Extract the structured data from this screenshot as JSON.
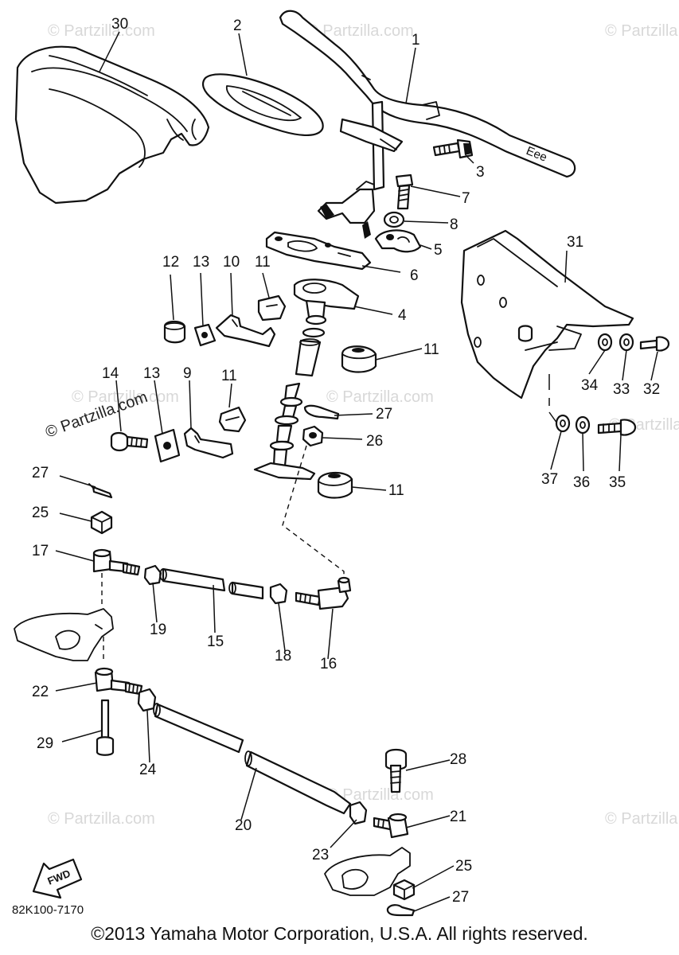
{
  "watermarks": {
    "top_center": "© Partzilla.com",
    "top_left": "© Partzilla.com",
    "top_right": "© Partzilla.com",
    "mid_left": "© Partzilla.com",
    "mid_left_dark": "© Partzilla.com",
    "mid_center": "© Partzilla.com",
    "mid_right": "© Partzilla.com",
    "bottom_left": "© Partzilla.com",
    "bottom_center": "© Partzilla.com",
    "bottom_right": "© Partzilla.com"
  },
  "labels": {
    "p1": "1",
    "p2": "2",
    "p3": "3",
    "p4": "4",
    "p5": "5",
    "p6": "6",
    "p7": "7",
    "p8": "8",
    "p9": "9",
    "p10": "10",
    "p11a": "11",
    "p11b": "11",
    "p11c": "11",
    "p11d": "11",
    "p12": "12",
    "p13a": "13",
    "p13b": "13",
    "p14": "14",
    "p15": "15",
    "p16": "16",
    "p17": "17",
    "p18": "18",
    "p19": "19",
    "p20": "20",
    "p21": "21",
    "p22": "22",
    "p23": "23",
    "p24": "24",
    "p25a": "25",
    "p25b": "25",
    "p26": "26",
    "p27a": "27",
    "p27b": "27",
    "p27c": "27",
    "p28": "28",
    "p29": "29",
    "p30": "30",
    "p31": "31",
    "p32": "32",
    "p33": "33",
    "p34": "34",
    "p35": "35",
    "p36": "36",
    "p37": "37"
  },
  "fwd_marker": "FWD",
  "diagram_code": "82K100-7170",
  "copyright": "©2013 Yamaha Motor Corporation, U.S.A. All rights reserved."
}
